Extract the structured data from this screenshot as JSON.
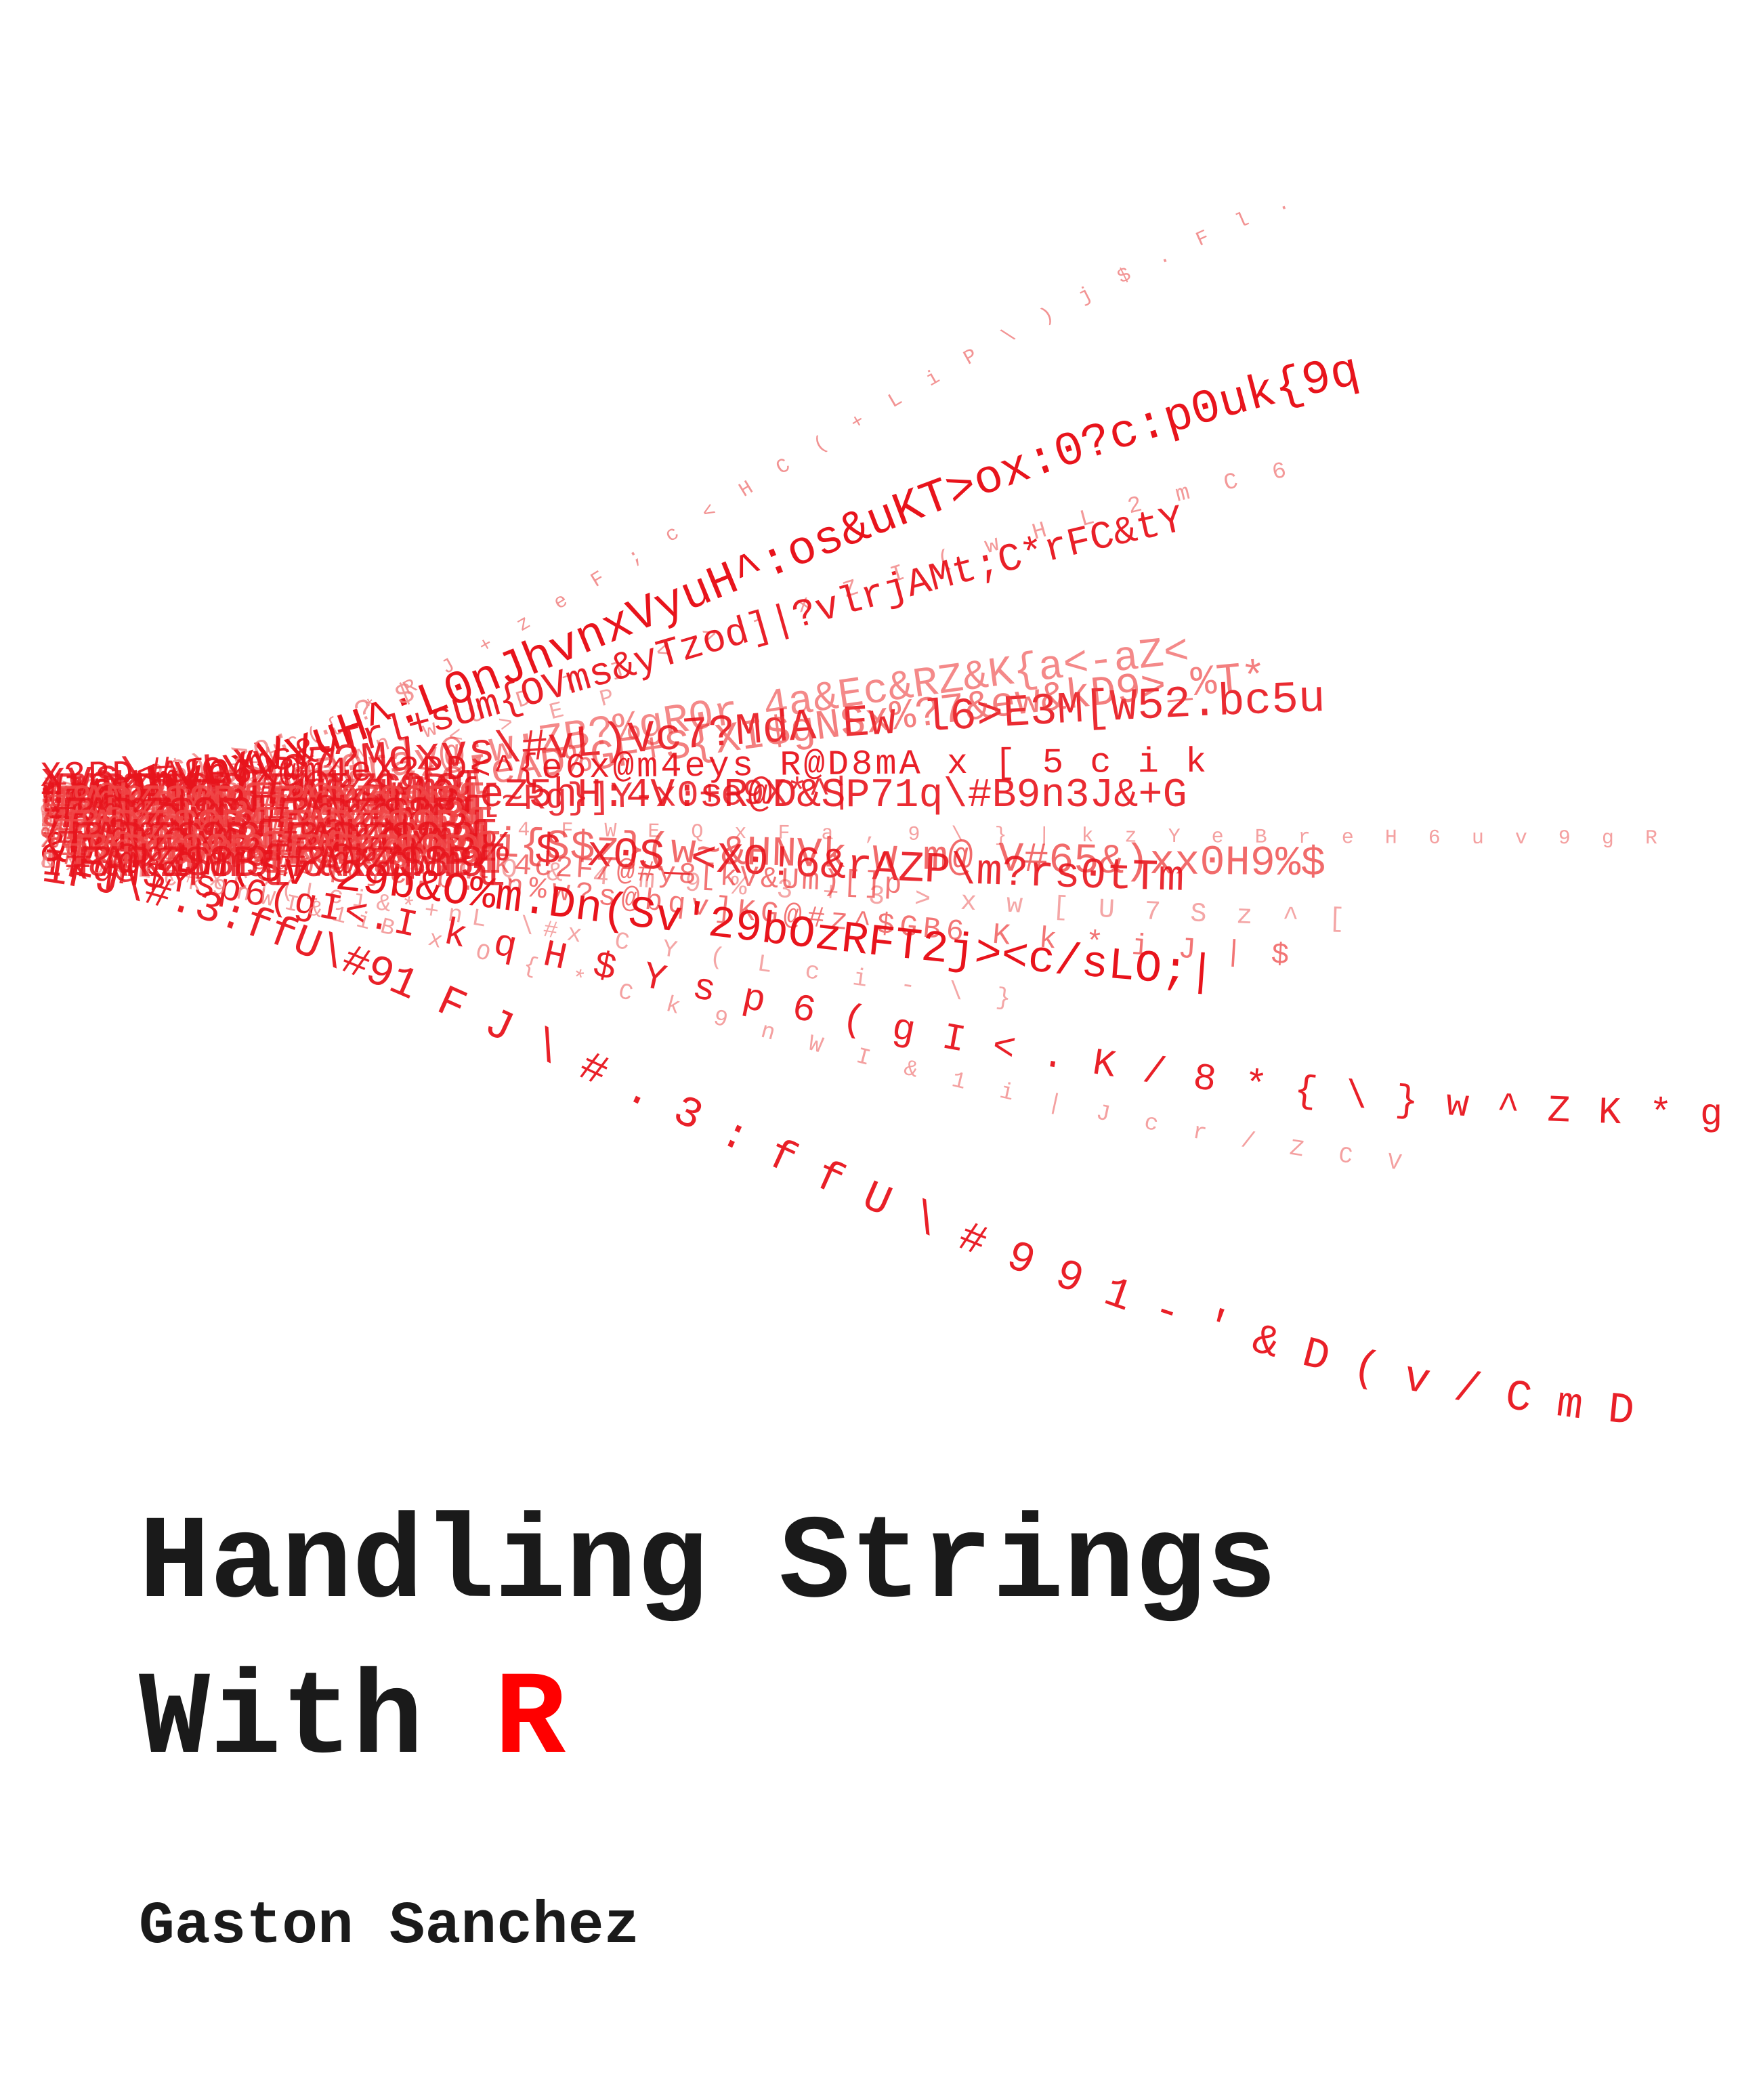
{
  "cover": {
    "title_line_1": "Handling Strings",
    "title_line_2_prefix": "With ",
    "title_line_2_letter": "R",
    "author": "Gaston Sanchez"
  },
  "colors": {
    "text": "#1a1a1a",
    "accent": "#ff0000",
    "background": "#ffffff"
  },
  "artwork": {
    "strands": [
      {
        "text": "{ * R J + z e F ; c < H C ( + L i P \\ ) j $ . F l .",
        "color": "#f08080",
        "opacity": 0.85
      },
      {
        "text": "L0nJhvnxVyuH^:os&uKT>ox:0?c:p0uk{9q",
        "color": "#e8141c",
        "opacity": 1.0
      },
      {
        "text": ") >o: . ? $",
        "color": "#f08080",
        "opacity": 0.8
      },
      {
        "text": "n w U D 7 j < > - x Z I ( w H L 2 m C 6",
        "color": "#f08080",
        "opacity": 0.8
      },
      {
        "text": "rl+sUm{OVms&yTzod]|?vlrjAMt;C*rFC&tY",
        "color": "#e8141c",
        "opacity": 0.95
      },
      {
        "text": "& V t ] < > E P",
        "color": "#f08080",
        "opacity": 0.7
      },
      {
        "text": "p*+ \\}",
        "color": "#f08080",
        "opacity": 0.6
      },
      {
        "text": "ay@;w;ZB?%gR0r 4a&Ec&RZ&K{a<-aZ<",
        "color": "#ec3a3a",
        "opacity": 0.6
      },
      {
        "text": "xvs\\#vL)Vc7?MdA Ew l6>E3M[W52.bc5u",
        "color": "#e8141c",
        "opacity": 0.9
      },
      {
        "text": "Z*e[eAD%GF+S{XI$gNSx%?7&ew&kD9>_%T*",
        "color": "#ec3a3a",
        "opacity": 0.65
      },
      {
        "text": "X?PD<^{e6x@m4eys R@D8mA x [ 5 c i k",
        "color": "#e8141c",
        "opacity": 0.95
      },
      {
        "text": "+]Q{eZ5hH:4V:sR@D&SP71q\\#B9n3J&+G",
        "color": "#e8141c",
        "opacity": 0.9
      },
      {
        "text": "9 b 5 A 4 F W E Q x F a , 9 \\ } | k z Y e B r e H 6 u v 9 g R",
        "color": "#f08080",
        "opacity": 0.75
      },
      {
        "text": "$h{|i{S$z}(w~&HNVk w m@ V#65&)xx0H9%$",
        "color": "#ec3a3a",
        "opacity": 0.75
      },
      {
        "text": "Z i 1 Q & 4 m 9 % 3 + 3 > x w [ U 7 S z ^ [",
        "color": "#f08080",
        "opacity": 0.7
      },
      {
        "text": "}c:b: n%w?s@bqv]KG@#z^$GB6 K k * i J | $",
        "color": "#ec3a3a",
        "opacity": 0.7
      },
      {
        "text": "&O%m.Dn(Sv'29bOzRFT2j><c/sLO;|",
        "color": "#e8141c",
        "opacity": 1.0
      },
      {
        "text": "&*+nL \\#x C Y ( L c i - \\ }",
        "color": "#f08080",
        "opacity": 0.7
      },
      {
        "text": "I k q H $ Y s p 6 ( g I < . K / 8 * { \\ } w ^ Z K * g c o R",
        "color": "#e8141c",
        "opacity": 0.95
      },
      {
        "text": "B x O { * C k 9 n W I & 1 i | J c r / Z C V",
        "color": "#f08080",
        "opacity": 0.75
      },
      {
        "text": "1 F J \\ # . 3 : f f U \\ # 9 9 1 - ' & D ( v / C m D",
        "color": "#e8141c",
        "opacity": 0.95
      },
      {
        "text": "7bq% $ x0S_<X0!6&rAZP\\m?rs0tTm",
        "color": "#e8141c",
        "opacity": 0.9
      },
      {
        "text": "%H$c/\\}{k4c2F/@#y8[kV&Um)[]p",
        "color": "#ec3a3a",
        "opacity": 0.7
      },
      {
        "text": "\\}Z+8-[~Rg}]Y-x0+e9X*^|",
        "color": "#e8141c",
        "opacity": 0.85
      }
    ]
  }
}
